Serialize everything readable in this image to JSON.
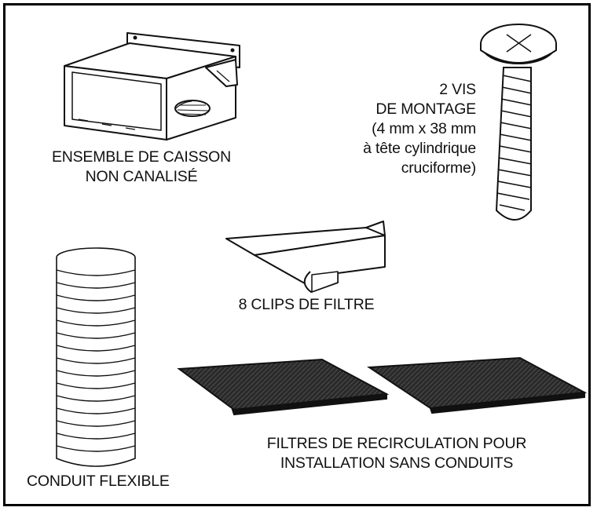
{
  "parts": {
    "housing": {
      "lines": [
        "ENSEMBLE DE CAISSON",
        "NON CANALISÉ"
      ],
      "icon": "damper-housing-icon"
    },
    "screws": {
      "lines": [
        "2 VIS",
        "DE MONTAGE",
        "(4 mm x 38 mm",
        "à tête cylindrique",
        "cruciforme)"
      ],
      "icon": "screw-icon"
    },
    "clips": {
      "lines": [
        "8 CLIPS DE FILTRE"
      ],
      "icon": "filter-clip-icon"
    },
    "filters": {
      "lines": [
        "FILTRES DE RECIRCULATION POUR",
        "INSTALLATION SANS CONDUITS"
      ],
      "icon": "charcoal-filter-icon"
    },
    "duct": {
      "lines": [
        "CONDUIT FLEXIBLE"
      ],
      "icon": "flexible-duct-icon"
    }
  },
  "colors": {
    "ink": "#111111",
    "filter": "#2a2a2a",
    "frame": "#000000"
  }
}
